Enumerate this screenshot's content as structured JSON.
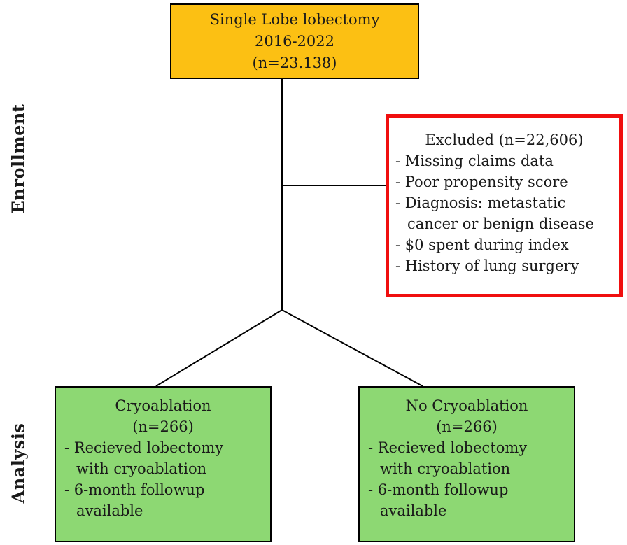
{
  "diagram": {
    "stages": [
      {
        "label": "Enrollment"
      },
      {
        "label": "Analysis"
      }
    ],
    "top_box": {
      "line1": "Single Lobe lobectomy",
      "line2": "2016-2022",
      "line3": "(n=23.138)"
    },
    "excluded_box": {
      "title": "Excluded (n=22,606)",
      "items": [
        "- Missing claims data",
        "- Poor propensity score",
        "- Diagnosis: metastatic cancer or benign disease",
        "- $0 spent during index",
        "- History of lung surgery"
      ]
    },
    "arms": [
      {
        "title": "Cryoablation",
        "n": "(n=266)",
        "items": [
          "- Recieved lobectomy with cryoablation",
          "- 6-month followup available"
        ]
      },
      {
        "title": "No Cryoablation",
        "n": "(n=266)",
        "items": [
          "- Recieved lobectomy with cryoablation",
          "- 6-month followup available"
        ]
      }
    ],
    "colors": {
      "top_box_fill": "#fcc013",
      "arm_box_fill": "#8dd873",
      "excluded_border": "#f00e0e",
      "box_border": "#000000",
      "line": "#000000"
    }
  }
}
